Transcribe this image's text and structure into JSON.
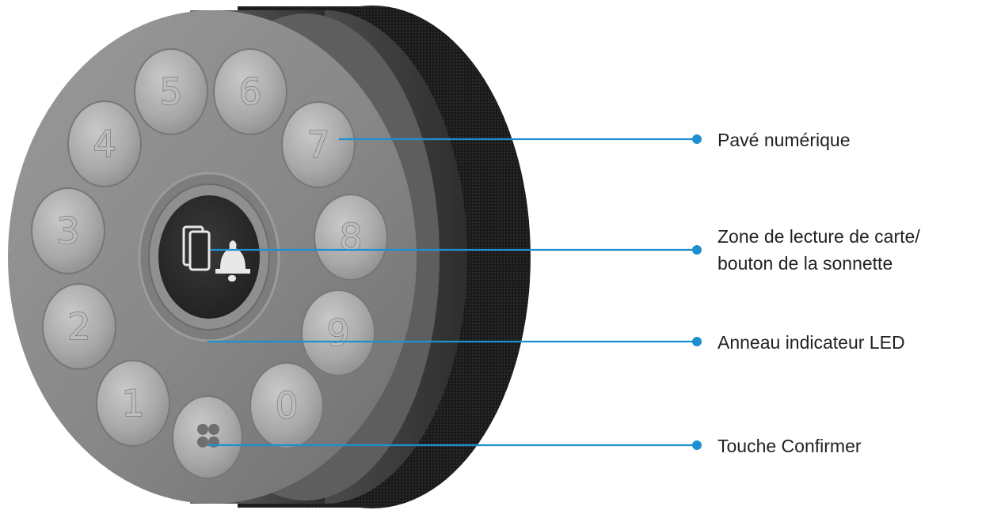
{
  "keypad": {
    "keys": [
      {
        "id": "5",
        "label": "5"
      },
      {
        "id": "6",
        "label": "6"
      },
      {
        "id": "4",
        "label": "4"
      },
      {
        "id": "7",
        "label": "7"
      },
      {
        "id": "3",
        "label": "3"
      },
      {
        "id": "8",
        "label": "8"
      },
      {
        "id": "2",
        "label": "2"
      },
      {
        "id": "9",
        "label": "9"
      },
      {
        "id": "1",
        "label": "1"
      },
      {
        "id": "0",
        "label": "0"
      }
    ],
    "center_icon": "card-bell-icon",
    "confirm_icon": "ezviz-logo-icon"
  },
  "callouts": [
    {
      "id": "keypad",
      "lines": [
        "Pavé numérique"
      ]
    },
    {
      "id": "card-reader",
      "lines": [
        "Zone de lecture de carte/",
        "bouton de la sonnette"
      ]
    },
    {
      "id": "led-ring",
      "lines": [
        "Anneau indicateur LED"
      ]
    },
    {
      "id": "confirm",
      "lines": [
        "Touche Confirmer"
      ]
    }
  ],
  "colors": {
    "callout_line": "#1e90d2",
    "face": "#8c8c8c",
    "key": "#a8a8a8",
    "center_button": "#2a2a2a",
    "back_body": "#1c1c1c"
  }
}
